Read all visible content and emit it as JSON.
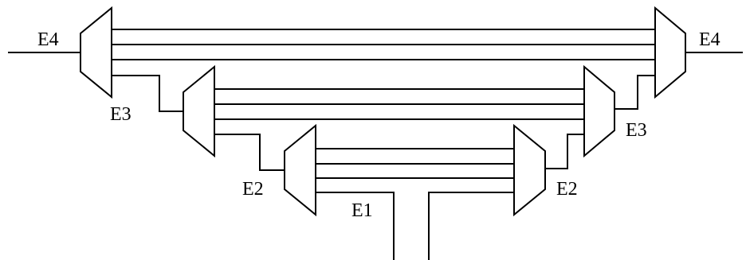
{
  "labels": {
    "e4_left": "E4",
    "e4_right": "E4",
    "e3_left": "E3",
    "e3_right": "E3",
    "e2_left": "E2",
    "e2_right": "E2",
    "e1": "E1"
  },
  "colors": {
    "stroke": "#000000",
    "background": "#ffffff"
  }
}
